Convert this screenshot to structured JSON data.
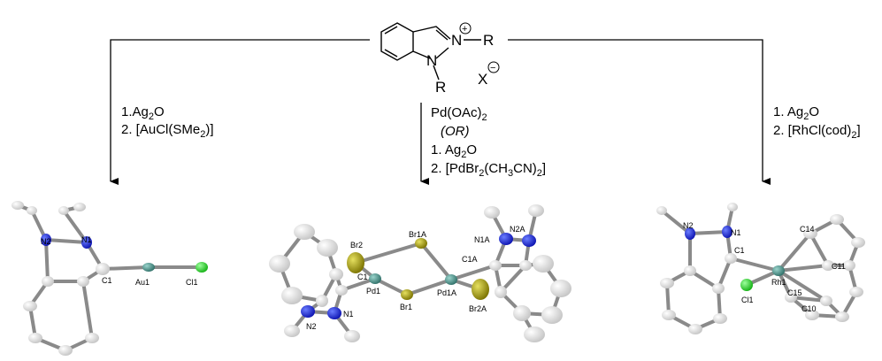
{
  "colors": {
    "carbon": "#d9d9d9",
    "nitrogen": "#1010d8",
    "gold": "#3f8f86",
    "chlorine": "#22dd22",
    "bromine": "#a8a000",
    "palladium": "#3f8f86",
    "rhodium": "#3f8f86",
    "bond": "#7a7a7a"
  },
  "reactant": {
    "atom_N_plus": "N",
    "atom_N": "N",
    "R_top": "R",
    "R_bottom": "R",
    "counterion": "X",
    "plus": "+",
    "minus": "−"
  },
  "left_conditions": {
    "step1": "1.Ag",
    "step1_sub": "2",
    "step1_tail": "O",
    "step2": "2. [AuCl(SMe",
    "step2_sub": "2",
    "step2_tail": ")]"
  },
  "center_conditions": {
    "line1": "Pd(OAc)",
    "line1_sub": "2",
    "line2": "(OR)",
    "line3": "1. Ag",
    "line3_sub": "2",
    "line3_tail": "O",
    "line4": "2. [PdBr",
    "line4_sub1": "2",
    "line4_mid": "(CH",
    "line4_sub2": "3",
    "line4_mid2": "CN)",
    "line4_sub3": "2",
    "line4_tail": "]"
  },
  "right_conditions": {
    "step1": "1. Ag",
    "step1_sub": "2",
    "step1_tail": "O",
    "step2": "2. [RhCl(cod)",
    "step2_sub": "2",
    "step2_tail": "]"
  },
  "au_complex": {
    "N2": "N2",
    "N1": "N1",
    "C1": "C1",
    "Au1": "Au1",
    "Cl1": "Cl1"
  },
  "pd_complex": {
    "Br2": "Br2",
    "Br1A": "Br1A",
    "N1A": "N1A",
    "N2A": "N2A",
    "C1A": "C1A",
    "C1": "C1",
    "Pd1": "Pd1",
    "Br1": "Br1",
    "Pd1A": "Pd1A",
    "Br2A": "Br2A",
    "N1": "N1",
    "N2": "N2"
  },
  "rh_complex": {
    "N2": "N2",
    "N1": "N1",
    "C1": "C1",
    "C14": "C14",
    "C11": "C11",
    "Rh1": "Rh1",
    "Cl1": "Cl1",
    "C15": "C15",
    "C10": "C10"
  }
}
